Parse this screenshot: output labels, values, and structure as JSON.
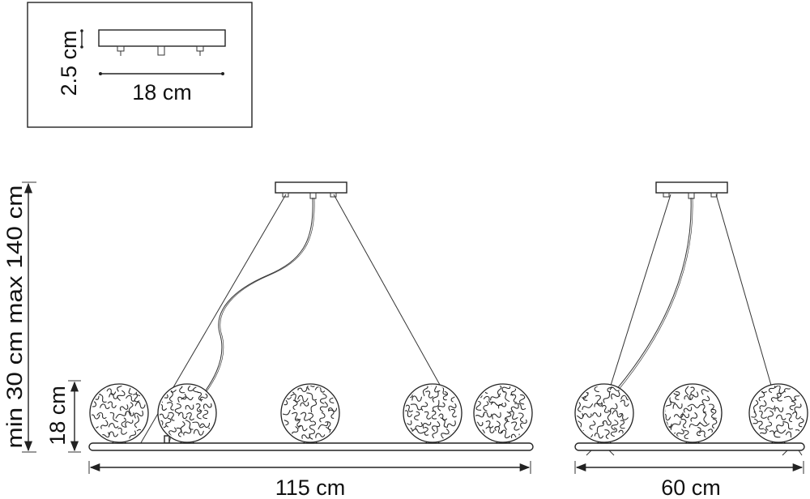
{
  "inset": {
    "height_label": "2.5 cm",
    "width_label": "18 cm"
  },
  "dimensions": {
    "drop_label": "min 30 cm max 140 cm",
    "shade_height_label": "18 cm",
    "length_label": "115 cm",
    "width_label": "60 cm"
  },
  "colors": {
    "line": "#222222",
    "background": "#ffffff"
  }
}
